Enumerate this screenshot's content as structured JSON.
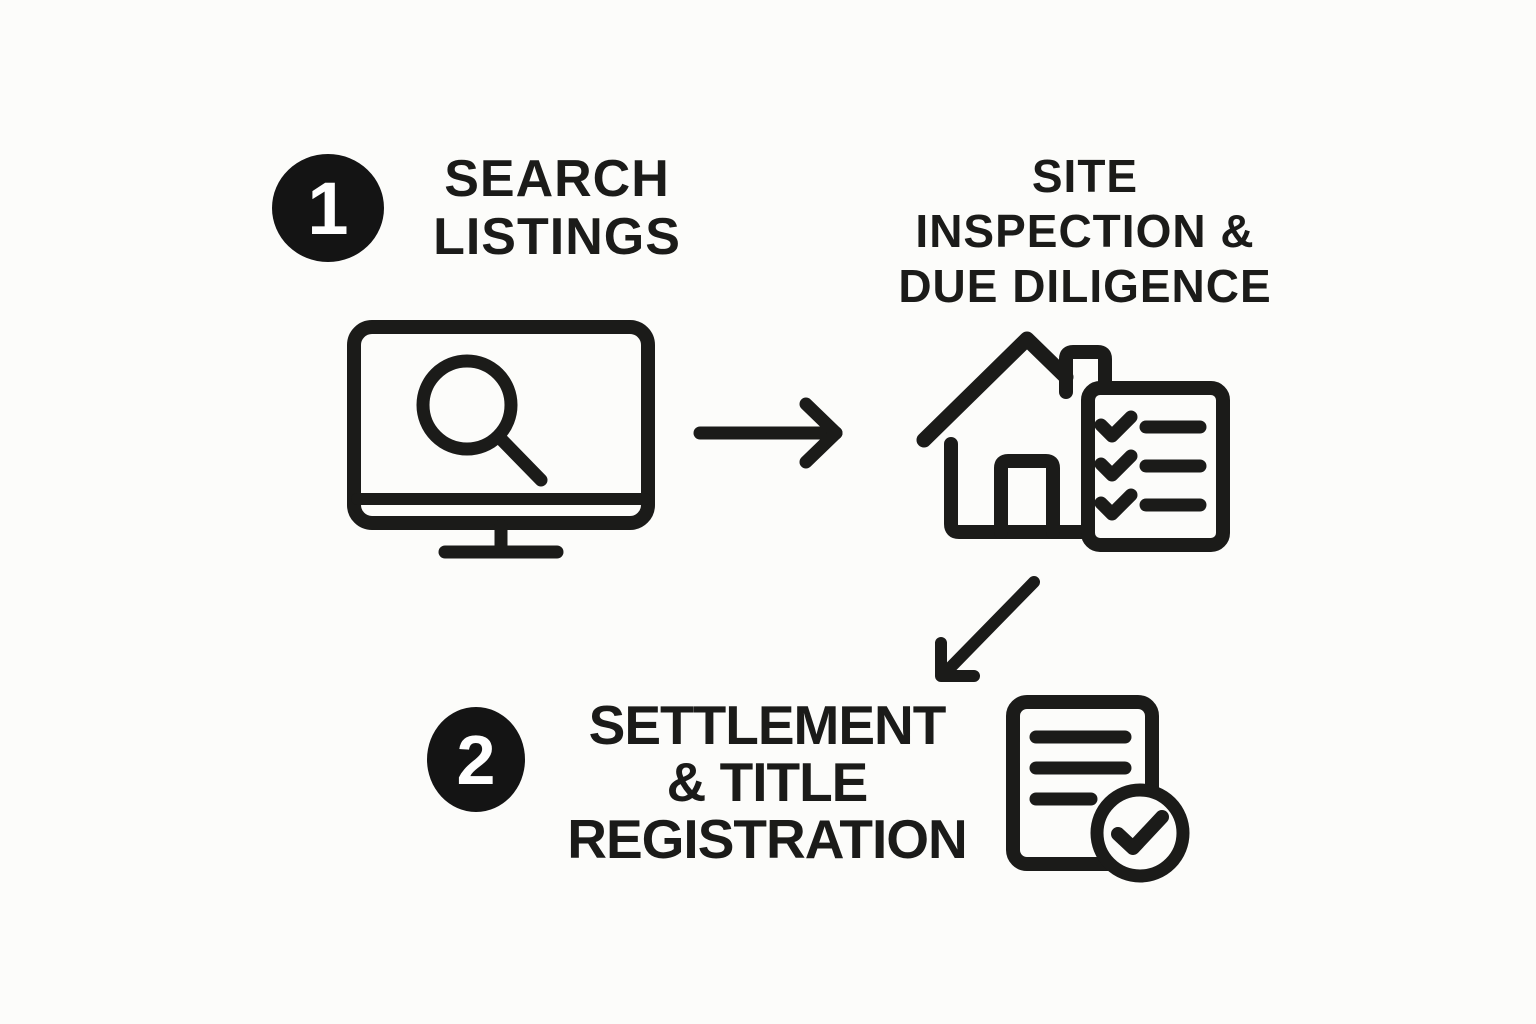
{
  "colors": {
    "background": "#FCFCFA",
    "ink": "#1B1B19",
    "badge_fill": "#141414",
    "badge_number": "#FFFFFF"
  },
  "steps": {
    "step1": {
      "number": "1",
      "line1": "SEARCH",
      "line2": "LISTINGS",
      "icon": "monitor-with-search-magnifier"
    },
    "step2": {
      "line1": "SITE",
      "line2": "INSPECTION &",
      "line3": "DUE DILIGENCE",
      "icon": "house-with-checklist"
    },
    "step3": {
      "number": "2",
      "line1": "SETTLEMENT",
      "line2": "& TITLE",
      "line3": "REGISTRATION",
      "icon": "document-with-checkmark"
    }
  },
  "connectors": {
    "arrow1": "right-arrow",
    "arrow2": "down-left-arrow"
  }
}
